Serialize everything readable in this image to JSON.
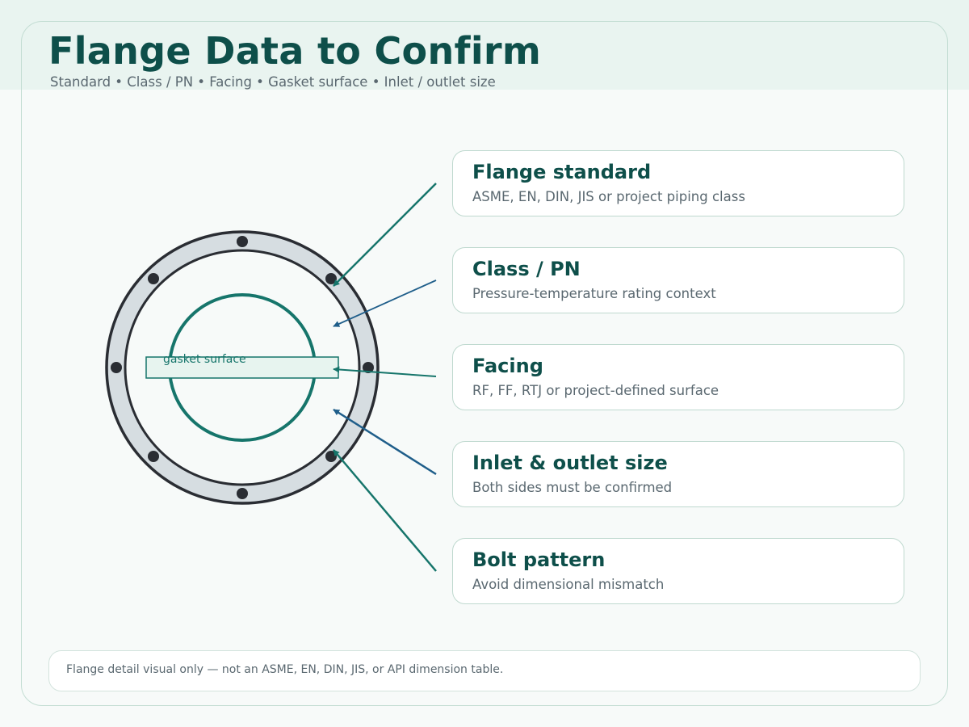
{
  "header": {
    "title": "Flange Data to Confirm",
    "subtitle": "Standard • Class / PN • Facing • Gasket surface • Inlet / outlet size"
  },
  "diagram": {
    "gasket_label": "gasket surface",
    "bolt_count": 8
  },
  "cards": [
    {
      "title": "Flange standard",
      "desc": "ASME, EN, DIN, JIS or project piping class",
      "arrow_color": "#16756b"
    },
    {
      "title": "Class / PN",
      "desc": "Pressure-temperature rating context",
      "arrow_color": "#1f5e8a"
    },
    {
      "title": "Facing",
      "desc": "RF, FF, RTJ or project-defined surface",
      "arrow_color": "#16756b"
    },
    {
      "title": "Inlet & outlet size",
      "desc": "Both sides must be confirmed",
      "arrow_color": "#1f5e8a"
    },
    {
      "title": "Bolt pattern",
      "desc": "Avoid dimensional mismatch",
      "arrow_color": "#16756b"
    }
  ],
  "footer": {
    "note": "Flange detail visual only — not an ASME, EN, DIN, JIS, or API dimension table."
  },
  "colors": {
    "title": "#0e4f4a",
    "teal": "#16756b",
    "blue": "#1f5e8a",
    "ring_fill": "#d6dde1",
    "ring_stroke": "#2a2d33"
  }
}
